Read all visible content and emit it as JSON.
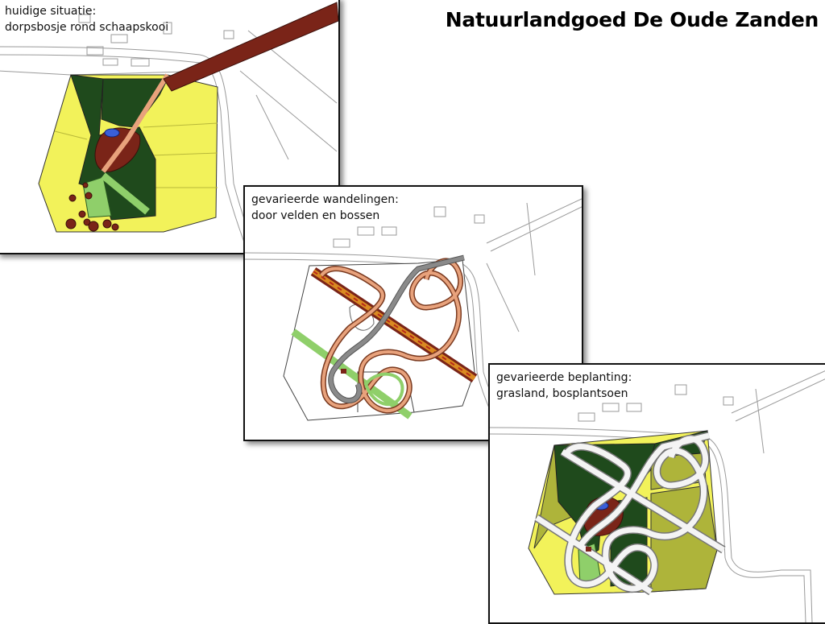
{
  "title": "Natuurlandgoed De Oude Zanden",
  "panels": [
    {
      "caption_line1": "huidige situatie:",
      "caption_line2": "dorpsbosje rond schaapskooi"
    },
    {
      "caption_line1": "gevarieerde wandelingen:",
      "caption_line2": "door velden en bossen"
    },
    {
      "caption_line1": "gevarieerde beplanting:",
      "caption_line2": "grasland, bosplantsoen"
    }
  ],
  "colors": {
    "grassland_yellow": "#f2f25a",
    "forest_dark_green": "#1f4a1c",
    "light_green": "#8fcf6a",
    "maroon_path": "#7a2418",
    "pond_blue": "#3a5fd8",
    "salmon_path": "#e8a27c",
    "gray_path": "#808080",
    "olive_field": "#aeb43a"
  }
}
